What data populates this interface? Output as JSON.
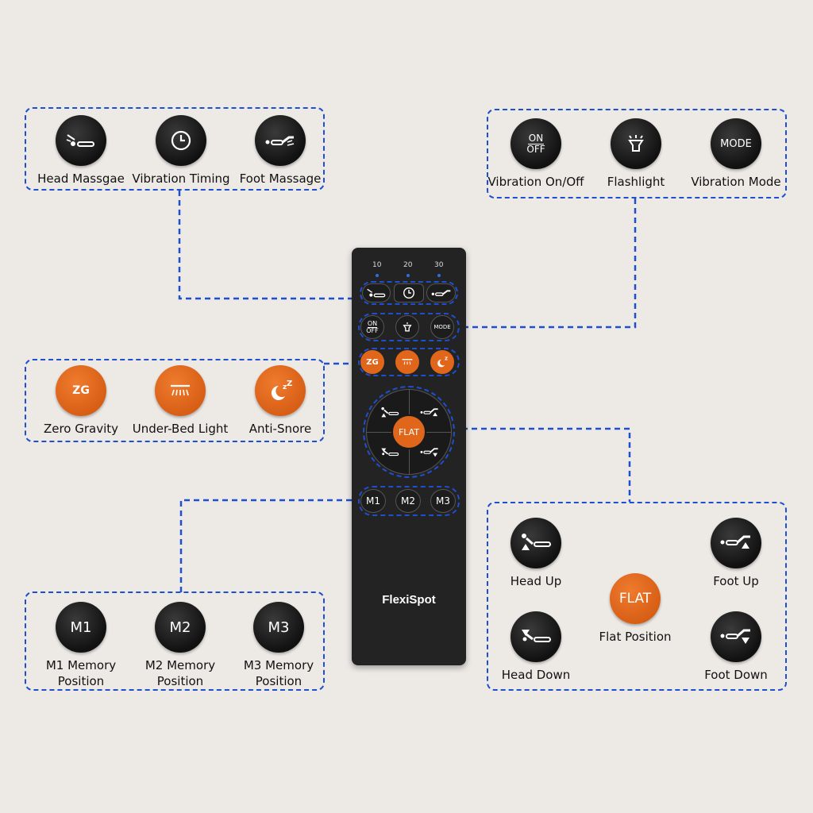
{
  "panels": {
    "massage": [
      {
        "label": "Head Massgae",
        "icon": "head-massage-icon"
      },
      {
        "label": "Vibration Timing",
        "icon": "clock-icon"
      },
      {
        "label": "Foot Massage",
        "icon": "foot-massage-icon"
      }
    ],
    "vibration": [
      {
        "label": "Vibration On/Off",
        "text": "ON OFF",
        "text_top": "ON",
        "text_bottom": "OFF"
      },
      {
        "label": "Flashlight",
        "icon": "flashlight-icon"
      },
      {
        "label": "Vibration Mode",
        "text": "MODE"
      }
    ],
    "orange": [
      {
        "label": "Zero Gravity",
        "text": "ZG"
      },
      {
        "label": "Under-Bed Light",
        "icon": "under-bed-light-icon"
      },
      {
        "label": "Anti-Snore",
        "icon": "anti-snore-icon"
      }
    ],
    "memory": [
      {
        "label_line1": "M1 Memory",
        "label_line2": "Position",
        "text": "M1"
      },
      {
        "label_line1": "M2 Memory",
        "label_line2": "Position",
        "text": "M2"
      },
      {
        "label_line1": "M3 Memory",
        "label_line2": "Position",
        "text": "M3"
      }
    ],
    "position": {
      "head_up": "Head Up",
      "foot_up": "Foot Up",
      "flat_text": "FLAT",
      "flat_label": "Flat Position",
      "head_down": "Head Down",
      "foot_down": "Foot Down"
    }
  },
  "remote": {
    "timers": [
      "10",
      "20",
      "30"
    ],
    "brand": "FlexiSpot",
    "zg": "ZG",
    "flat": "FLAT",
    "on": "ON",
    "off": "OFF",
    "mode": "MODE",
    "memory": [
      "M1",
      "M2",
      "M3"
    ]
  },
  "colors": {
    "accent": "#1e4fd0",
    "orange": "#e0661c",
    "dark": "#1d1d1d",
    "background": "#edeae6"
  }
}
